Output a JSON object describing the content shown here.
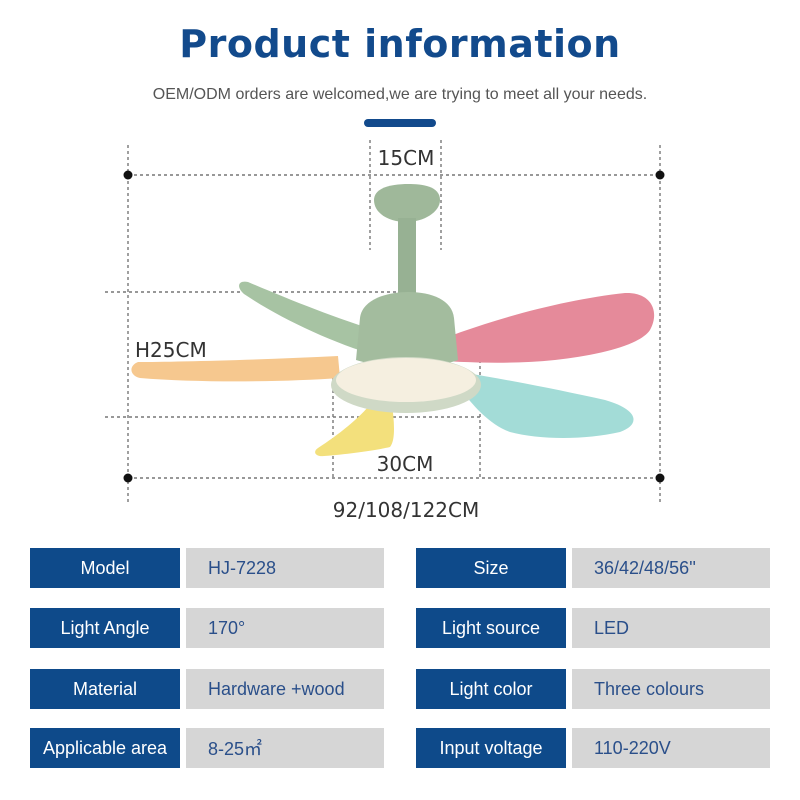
{
  "header": {
    "title": "Product information",
    "subtitle": "OEM/ODM orders are welcomed,we are trying to meet all your needs."
  },
  "dimensions": {
    "top_width": "15CM",
    "height": "H25CM",
    "light_width": "30CM",
    "blade_span": "92/108/122CM"
  },
  "colors": {
    "brand_blue": "#124a8c",
    "fan_body": "#9fb89a",
    "blade_pink": "#e58a9a",
    "blade_blue": "#9fd8d4",
    "blade_orange": "#f6c88f",
    "blade_yellow": "#f2df7a"
  },
  "specs": [
    {
      "label": "Model",
      "value": "HJ-7228"
    },
    {
      "label": "Size",
      "value": "36/42/48/56''"
    },
    {
      "label": "Light Angle",
      "value": "170°"
    },
    {
      "label": "Light source",
      "value": "LED"
    },
    {
      "label": "Material",
      "value": "Hardware +wood"
    },
    {
      "label": "Light color",
      "value": "Three colours"
    },
    {
      "label": "Applicable area",
      "value": "8-25㎡"
    },
    {
      "label": "Input voltage",
      "value": "110-220V"
    }
  ]
}
